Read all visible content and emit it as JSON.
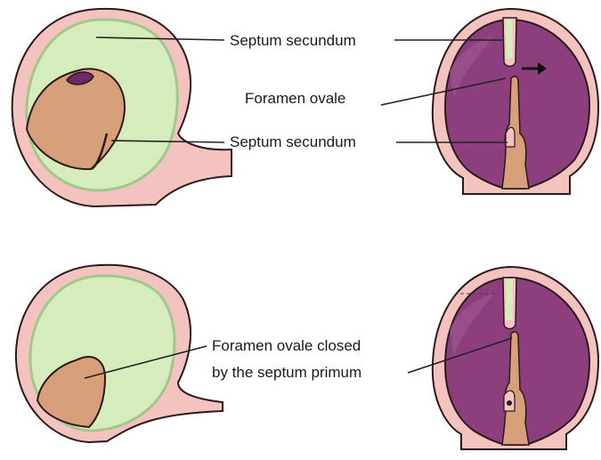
{
  "labels": {
    "septum_secundum_top": "Septum secundum",
    "foramen_ovale": "Foramen ovale",
    "septum_secundum_bottom": "Septum secundum",
    "closed_line1": "Foramen ovale closed",
    "closed_line2": "by the septum primum"
  },
  "colors": {
    "outer_wall": "#f4c3c0",
    "outline": "#2a1a1a",
    "green_chamber": "#d7ecbd",
    "green_edge": "#9fc98b",
    "septum_tan": "#d8a07a",
    "septum_shade": "#c58a62",
    "purple_chamber": "#8c3f7c",
    "purple_shadow": "#a05a92",
    "flap_purple": "#6e2a66",
    "arrow": "#111111",
    "leader": "#222222"
  },
  "icons": {
    "flow_arrow": "arrow-right-icon"
  }
}
